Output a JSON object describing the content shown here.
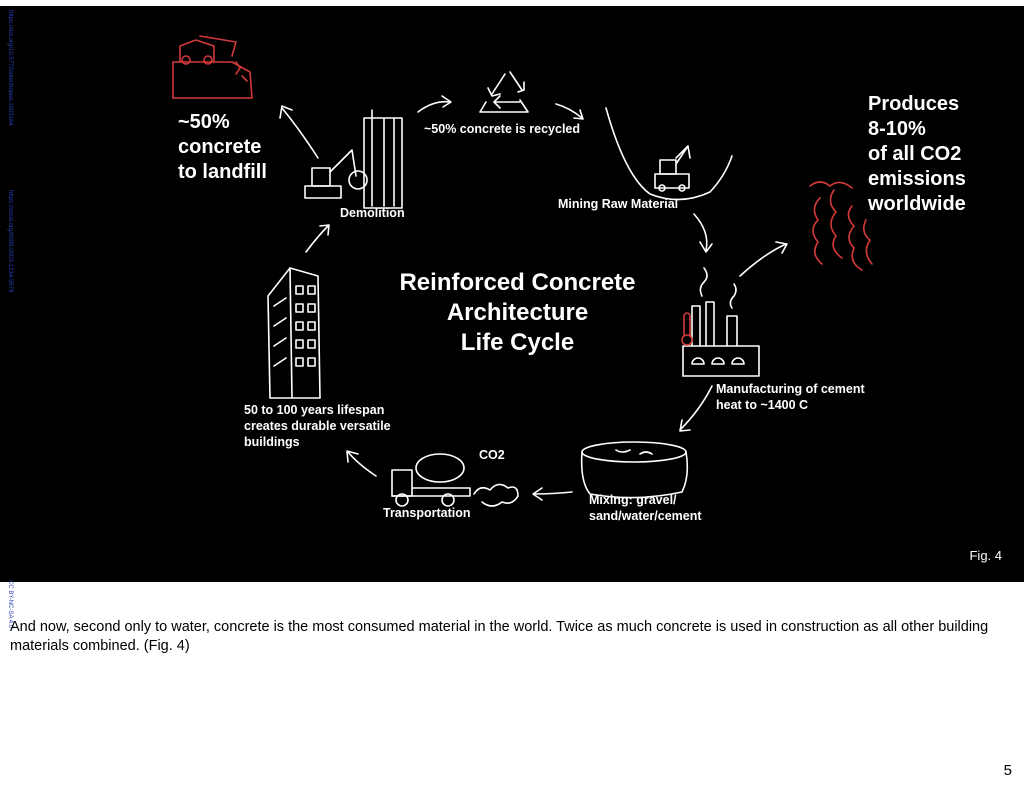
{
  "figure": {
    "title_lines": [
      "Reinforced Concrete",
      "Architecture",
      "Life Cycle"
    ],
    "fig_label": "Fig. 4",
    "stages": {
      "landfill": [
        "~50%",
        "concrete",
        "to landfill"
      ],
      "recycled": "~50% concrete is recycled",
      "demolition": "Demolition",
      "mining": "Mining Raw Material",
      "emissions": [
        "Produces",
        "8-10%",
        "of all CO2",
        "emissions",
        "worldwide"
      ],
      "manufacturing": [
        "Manufacturing of cement",
        "heat to ~1400 C"
      ],
      "mixing": [
        "Mixing: gravel/",
        "sand/water/cement"
      ],
      "co2": "CO2",
      "transportation": "Transportation",
      "lifespan": [
        "50 to 100 years lifespan",
        "creates durable versatile",
        "buildings"
      ]
    },
    "colors": {
      "background": "#000000",
      "line": "#ffffff",
      "accent": "#d23a3a"
    }
  },
  "caption": "And now, second only to water, concrete is the most consumed material in the world. Twice as much concrete is used in construction as all other building materials combined. (Fig. 4)",
  "page_number": "5",
  "side_credits": [
    "https://doi.org/10.5772/intechopen.1003164",
    "https://orcid.org/0009-0003-1234-5678",
    "CC BY-NC-SA 4.0"
  ]
}
